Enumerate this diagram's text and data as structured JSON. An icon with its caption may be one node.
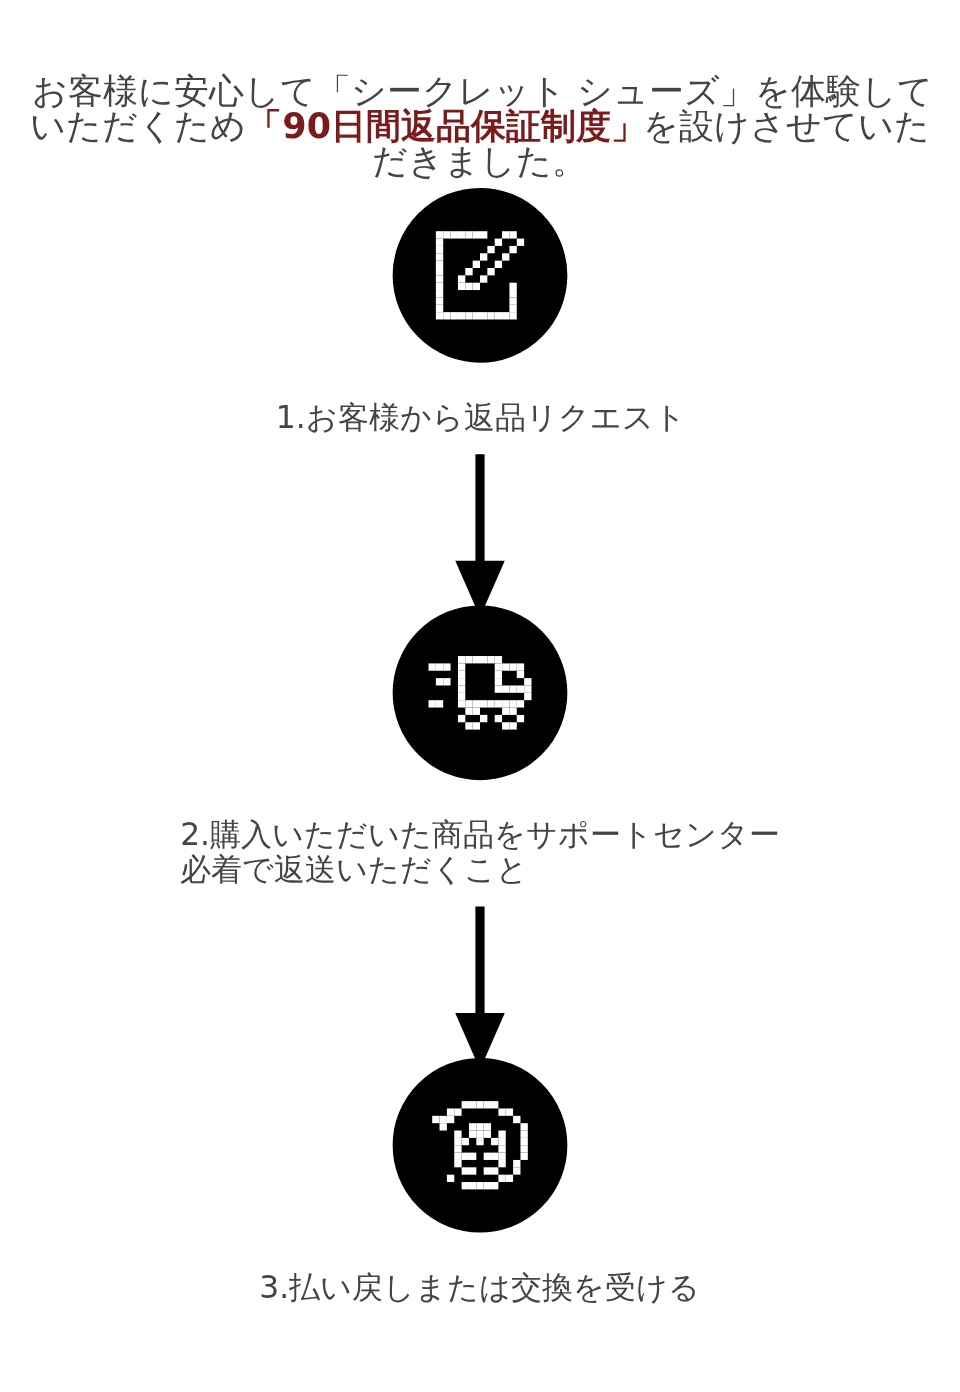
{
  "diagram": {
    "title": "お客様に安心して「シークレット シューズ」を体験していただくため**「90日間返品保証制度」**を設けさせていただきました。",
    "nodes": [
      {
        "text": [],
        "shape": "circle"
      },
      {
        "text": [
          "1.お客様から返品リクエスト"
        ]
      },
      {
        "text": [],
        "shape": "circle"
      },
      {
        "text": [
          "2.購入いただいた商品をサポートセンター必着で返送いただくこと"
        ]
      },
      {
        "text": [],
        "shape": "circle"
      },
      {
        "text": [
          "3.払い戻しまたは交換を受ける"
        ]
      }
    ],
    "edges": [
      {
        "from": 1,
        "to": 2,
        "arrow": "to"
      },
      {
        "from": 3,
        "to": 4,
        "arrow": "to"
      }
    ]
  }
}
